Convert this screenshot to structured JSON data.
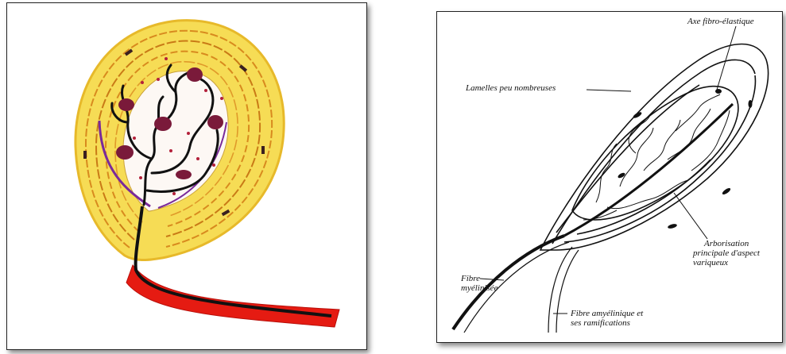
{
  "figure": {
    "left_panel": {
      "description_icon": "colored-corpuscle-illustration"
    },
    "right_panel": {
      "labels": {
        "axe": "Axe fibro-élastique",
        "lamelles": "Lamelles peu nombreuses",
        "arborisation_1": "Arborisation",
        "arborisation_2": "principale d'aspect",
        "arborisation_3": "variqueux",
        "fibre_myel_1": "Fibre",
        "fibre_myel_2": "myélinisée",
        "fibre_amyel_1": "Fibre amyélinique et",
        "fibre_amyel_2": "ses ramifications"
      }
    }
  },
  "colors": {
    "capsule_yellow": "#f3d23a",
    "lamella_orange": "#d88a1e",
    "nerve_red": "#e51b12",
    "axon_black": "#111111",
    "purple": "#7a2a9a",
    "maroon": "#7a1a3a"
  }
}
